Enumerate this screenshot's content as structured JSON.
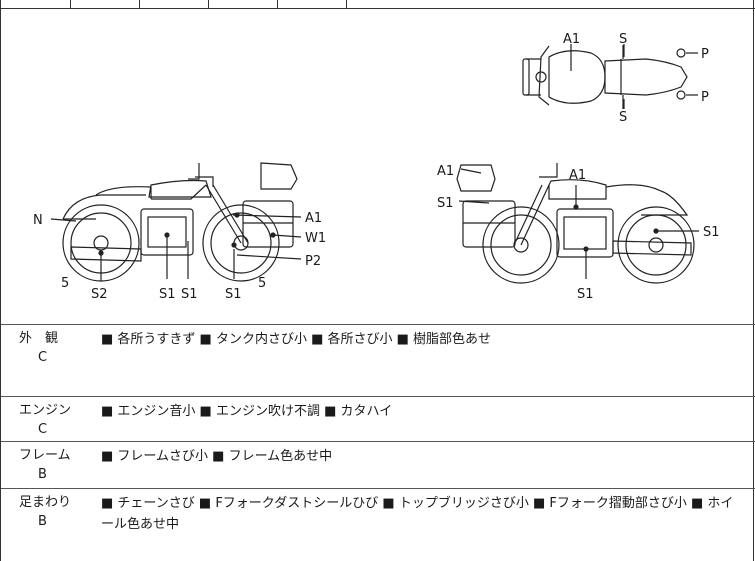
{
  "diagram": {
    "labels": {
      "top_a1": "A1",
      "top_s_upper": "S",
      "top_s_lower": "S",
      "top_p_upper": "P",
      "top_p_lower": "P",
      "left_n": "N",
      "left_a1": "A1",
      "left_w1": "W1",
      "left_p2": "P2",
      "left_5a": "5",
      "left_s2": "S2",
      "left_s1a": "S1",
      "left_s1b": "S1",
      "left_s1c": "S1",
      "left_5b": "5",
      "right_a1_a": "A1",
      "right_a1_b": "A1",
      "right_s1_left": "S1",
      "right_s1_right": "S1",
      "right_s1_bottom": "S1"
    }
  },
  "conditions": [
    {
      "category": "外　観",
      "grade": "C",
      "text": "■ 各所うすきず ■ タンク内さび小 ■ 各所さび小 ■ 樹脂部色あせ"
    },
    {
      "category": "エンジン",
      "grade": "C",
      "text": "■ エンジン音小 ■ エンジン吹け不調 ■ カタハイ"
    },
    {
      "category": "フレーム",
      "grade": "B",
      "text": "■ フレームさび小 ■ フレーム色あせ中"
    },
    {
      "category": "足まわり",
      "grade": "B",
      "text": "■ チェーンさび ■ Fフォークダストシールひび ■ トップブリッジさび小 ■ Fフォーク摺動部さび小 ■ ホイール色あせ中"
    }
  ]
}
